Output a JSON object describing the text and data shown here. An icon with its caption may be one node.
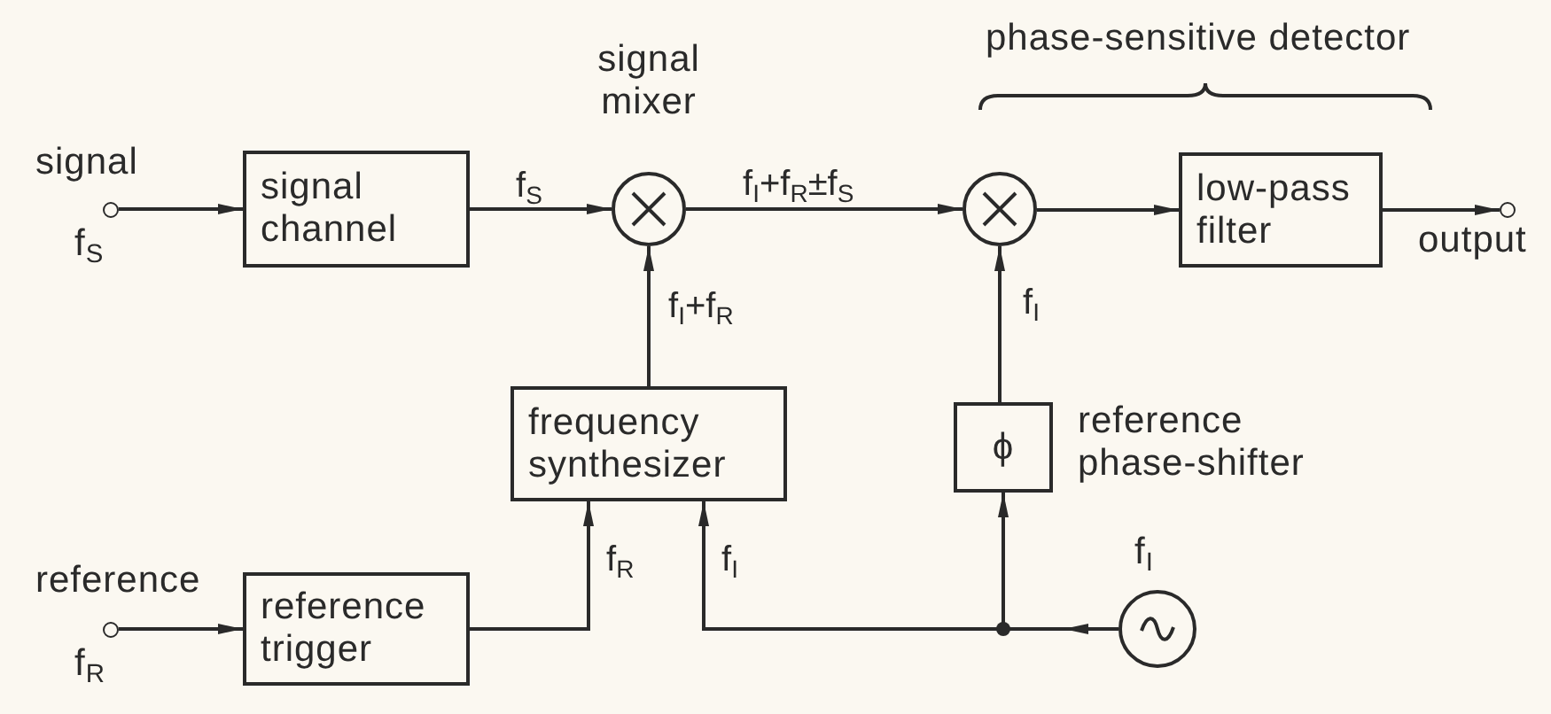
{
  "diagram": {
    "nodes": [
      {
        "text": [],
        "shape": "circle",
        "beside": [
          "signal",
          "f$_{S}$"
        ]
      },
      {
        "text": [
          "signal channel"
        ]
      },
      {
        "text": [],
        "shape": "circle",
        "beside": [
          "signal mixer"
        ]
      },
      {
        "text": [],
        "shape": "circle"
      },
      {
        "text": [
          "low-pass filter"
        ]
      },
      {
        "text": [],
        "shape": "circle",
        "beside": [
          "output"
        ]
      },
      {
        "text": [
          "frequency synthesizer"
        ]
      },
      {
        "text": [
          "ϕ"
        ],
        "beside": [
          "reference phase-shifter"
        ]
      },
      {
        "text": [],
        "shape": "circle",
        "beside": [
          "reference",
          "f$_{R}$"
        ]
      },
      {
        "text": [
          "reference trigger"
        ]
      },
      {
        "text": [],
        "shape": "circle",
        "beside": [
          "f$_{I}$"
        ]
      }
    ],
    "edges": [
      {
        "from": 0,
        "to": 1,
        "arrow": "to"
      },
      {
        "from": 1,
        "to": 2,
        "arrow": "to",
        "label": "f$_{S}$"
      },
      {
        "from": 2,
        "to": 3,
        "arrow": "to",
        "label": "f$_{I}$+f$_{R}$±f$_{S}$"
      },
      {
        "from": 3,
        "to": 4,
        "arrow": "to"
      },
      {
        "from": 4,
        "to": 5,
        "arrow": "to"
      },
      {
        "from": 6,
        "to": 2,
        "arrow": "to",
        "label": "f$_{I}$+f$_{R}$"
      },
      {
        "from": 7,
        "to": 3,
        "arrow": "to",
        "label": "f$_{I}$"
      },
      {
        "from": 8,
        "to": 9,
        "arrow": "to"
      },
      {
        "from": 9,
        "to": 6,
        "arrow": "to",
        "label": "f$_{R}$"
      },
      {
        "from": 10,
        "to": 6,
        "arrow": "to",
        "label": "f$_{I}$"
      },
      {
        "from": 10,
        "to": 7,
        "arrow": "to"
      }
    ],
    "labels": [
      "phase-sensitive detector"
    ]
  }
}
